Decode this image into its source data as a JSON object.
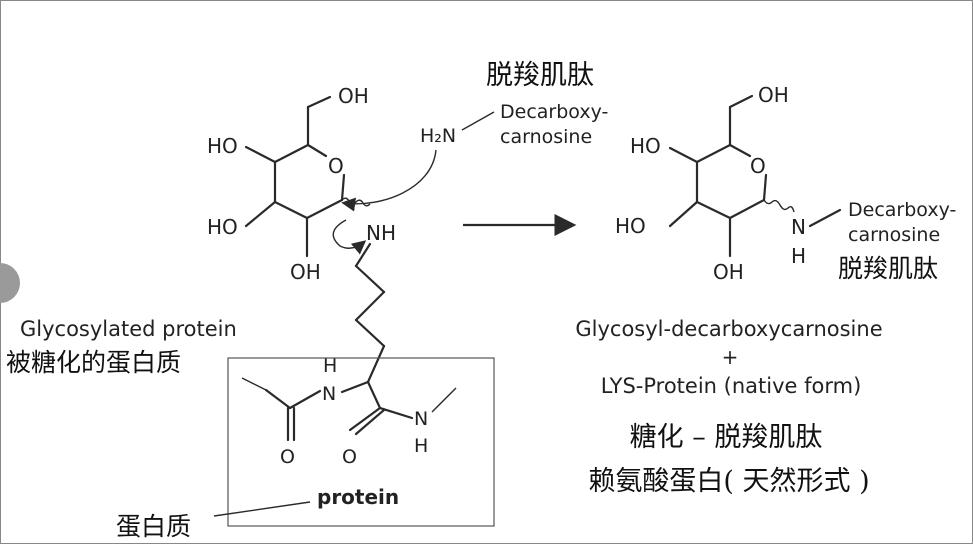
{
  "left": {
    "ring_atoms": {
      "oh_top": "OH",
      "ho1": "HO",
      "ring_o": "O",
      "ho2": "HO",
      "oh_bottom": "OH",
      "nh": "NH"
    },
    "caption_en": "Glycosylated protein",
    "caption_cn": "被糖化的蛋白质"
  },
  "reagent": {
    "cn": "脱羧肌肽",
    "amine": "H₂N",
    "name_line1": "Decarboxy-",
    "name_line2": "carnosine"
  },
  "backbone": {
    "h_top": "H",
    "n_left": "N",
    "o_left": "O",
    "o_right": "O",
    "n_right": "N",
    "h_bottom": "H",
    "box_label_en": "protein",
    "box_label_cn": "蛋白质"
  },
  "right": {
    "ring_atoms": {
      "oh_top": "OH",
      "ho1": "HO",
      "ring_o": "O",
      "ho2": "HO",
      "oh_bottom": "OH",
      "n": "N",
      "h": "H"
    },
    "name_line1": "Decarboxy-",
    "name_line2": "carnosine",
    "name_cn": "脱羧肌肽",
    "product_line1": "Glycosyl-decarboxycarnosine",
    "plus": "+",
    "product_line2": "LYS-Protein (native form)",
    "product_cn_line1": "糖化 – 脱羧肌肽",
    "product_cn_line2": "赖氨酸蛋白( 天然形式 )"
  }
}
